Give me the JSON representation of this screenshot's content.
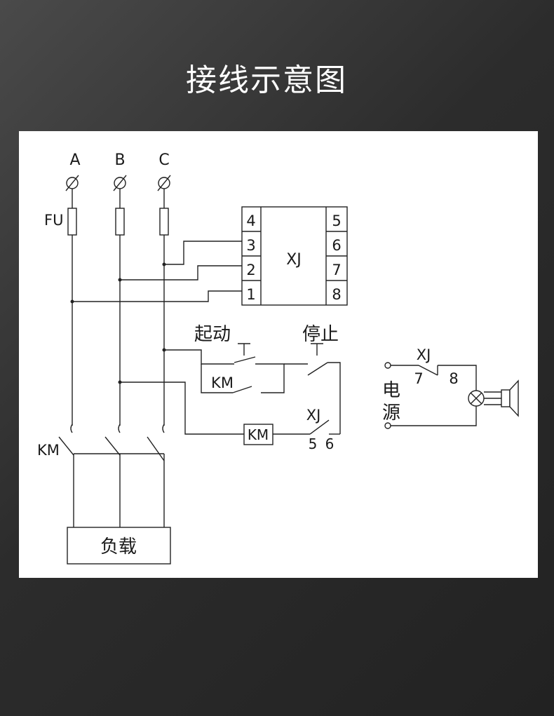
{
  "title": "接线示意图",
  "diagram": {
    "phases": [
      "A",
      "B",
      "C"
    ],
    "fuse_label": "FU",
    "relay": {
      "label": "XJ",
      "left_terminals": [
        "4",
        "3",
        "2",
        "1"
      ],
      "right_terminals": [
        "5",
        "6",
        "7",
        "8"
      ]
    },
    "start_label": "起动",
    "stop_label": "停止",
    "holding_contact_label": "KM",
    "coil_label": "KM",
    "relay_contact": {
      "label": "XJ",
      "terminals": [
        "5",
        "6"
      ]
    },
    "main_contact_label": "KM",
    "load_label": "负载",
    "alarm": {
      "contact_label": "XJ",
      "terminals": [
        "7",
        "8"
      ],
      "power_label_1": "电",
      "power_label_2": "源"
    }
  }
}
